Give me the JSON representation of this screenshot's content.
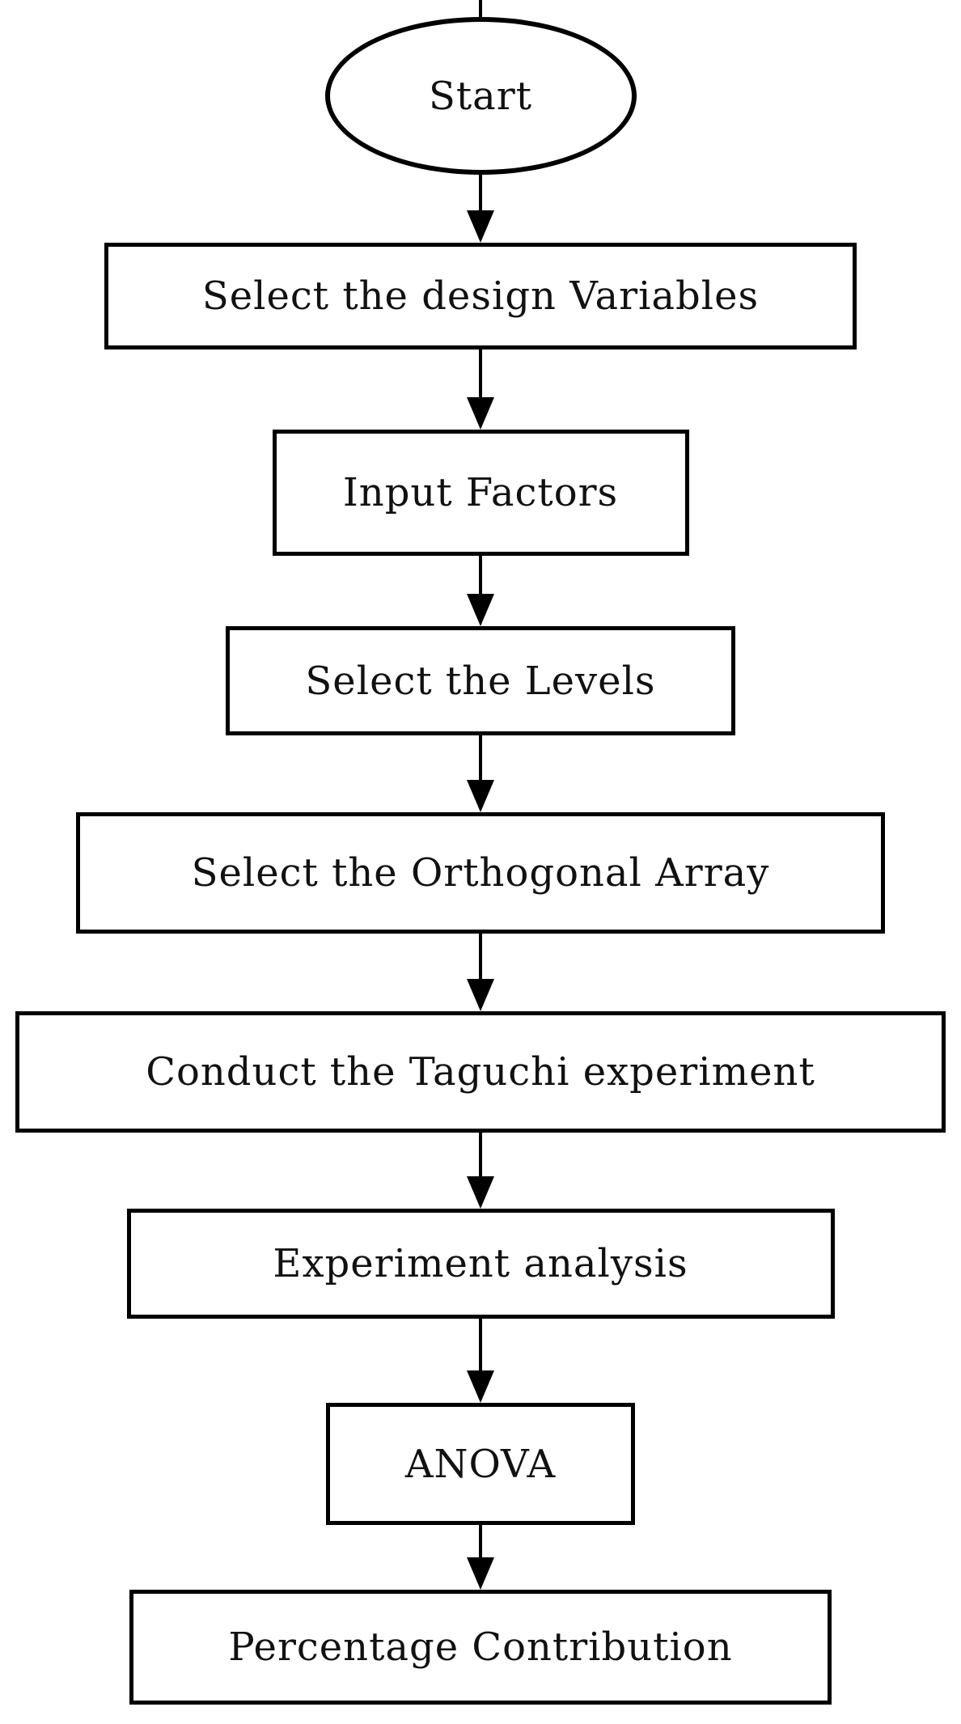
{
  "diagram": {
    "type": "flowchart",
    "background_color": "#ffffff",
    "line_color": "#000000",
    "text_color": "#111111",
    "nodes": [
      {
        "id": "start",
        "shape": "ellipse",
        "label": "Start"
      },
      {
        "id": "select-design-variables",
        "shape": "rectangle",
        "label": "Select the design Variables"
      },
      {
        "id": "input-factors",
        "shape": "rectangle",
        "label": "Input Factors"
      },
      {
        "id": "select-levels",
        "shape": "rectangle",
        "label": "Select the Levels"
      },
      {
        "id": "select-orthogonal-array",
        "shape": "rectangle",
        "label": "Select the Orthogonal Array"
      },
      {
        "id": "conduct-taguchi-experiment",
        "shape": "rectangle",
        "label": "Conduct the Taguchi experiment"
      },
      {
        "id": "experiment-analysis",
        "shape": "rectangle",
        "label": "Experiment analysis"
      },
      {
        "id": "anova",
        "shape": "rectangle",
        "label": "ANOVA"
      },
      {
        "id": "percentage-contribution",
        "shape": "rectangle",
        "label": "Percentage Contribution"
      }
    ],
    "edges": [
      {
        "from": "start",
        "to": "select-design-variables",
        "direction": "down"
      },
      {
        "from": "select-design-variables",
        "to": "input-factors",
        "direction": "down"
      },
      {
        "from": "input-factors",
        "to": "select-levels",
        "direction": "down"
      },
      {
        "from": "select-levels",
        "to": "select-orthogonal-array",
        "direction": "down"
      },
      {
        "from": "select-orthogonal-array",
        "to": "conduct-taguchi-experiment",
        "direction": "down"
      },
      {
        "from": "conduct-taguchi-experiment",
        "to": "experiment-analysis",
        "direction": "down"
      },
      {
        "from": "experiment-analysis",
        "to": "anova",
        "direction": "down"
      },
      {
        "from": "anova",
        "to": "percentage-contribution",
        "direction": "down"
      }
    ]
  }
}
